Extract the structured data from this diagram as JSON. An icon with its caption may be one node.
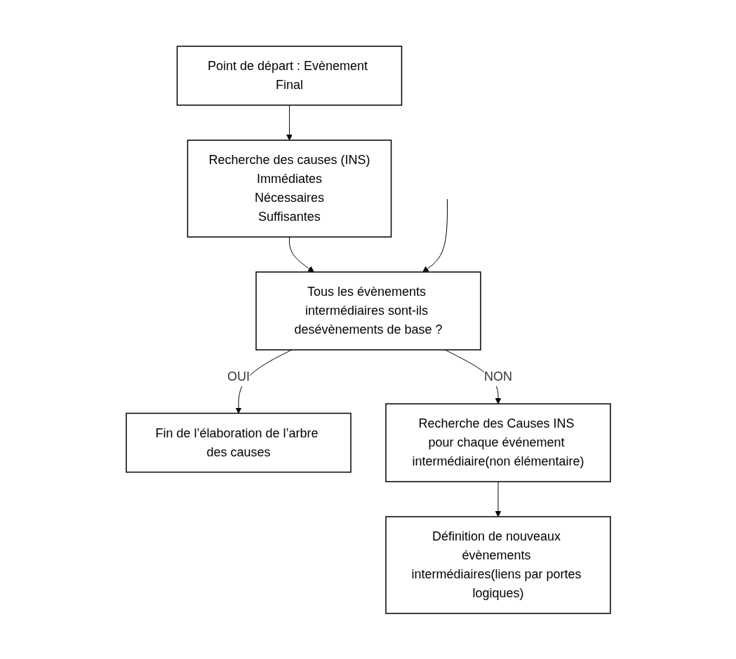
{
  "diagram": {
    "nodes": [
      {
        "text": [
          "Point de départ : Evènement Final"
        ]
      },
      {
        "text": [
          "Recherche des causes (INS)",
          "Immédiates",
          "Nécessaires",
          "Suffisantes"
        ]
      },
      {
        "text": [
          "Tous les évènements intermédiaires sont-ils desévènements de base ?"
        ]
      },
      {
        "text": [
          "Fin de l’élaboration de l’arbre des causes"
        ]
      },
      {
        "text": [
          "Recherche des Causes INS pour chaque événement intermédiaire(non élémentaire)"
        ]
      },
      {
        "text": [
          "Définition de nouveaux évènements intermédiaires(liens par portes logiques)"
        ]
      }
    ],
    "edges": [
      {
        "from": 0,
        "to": 1,
        "arrow": "to"
      },
      {
        "from": 1,
        "to": 2,
        "arrow": "to"
      },
      {
        "from": 2,
        "to": 3,
        "label": "OUI",
        "arrow": "to"
      },
      {
        "from": 2,
        "to": 4,
        "label": "NON",
        "arrow": "to"
      },
      {
        "from": 4,
        "to": 5,
        "arrow": "to"
      },
      {
        "from": null,
        "to": 2,
        "arrow": "to"
      }
    ]
  }
}
